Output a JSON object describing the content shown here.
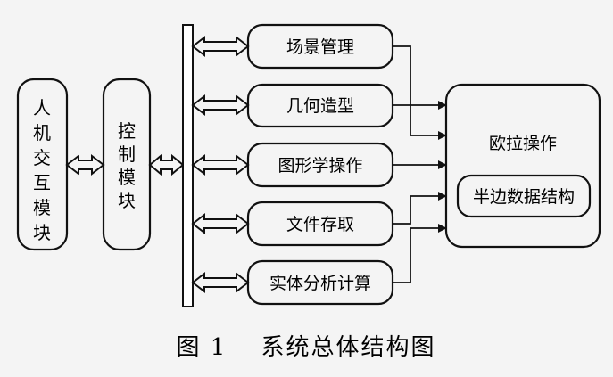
{
  "figure": {
    "left_modules": {
      "human_interaction": [
        "人",
        "机",
        "交",
        "互",
        "模",
        "块"
      ],
      "control": [
        "控",
        "制",
        "模",
        "块"
      ]
    },
    "function_modules": [
      "场景管理",
      "几何造型",
      "图形学操作",
      "文件存取",
      "实体分析计算"
    ],
    "euler_box": {
      "title": "欧拉操作",
      "inner": "半边数据结构"
    },
    "caption": "图 1　 系统总体结构图"
  }
}
